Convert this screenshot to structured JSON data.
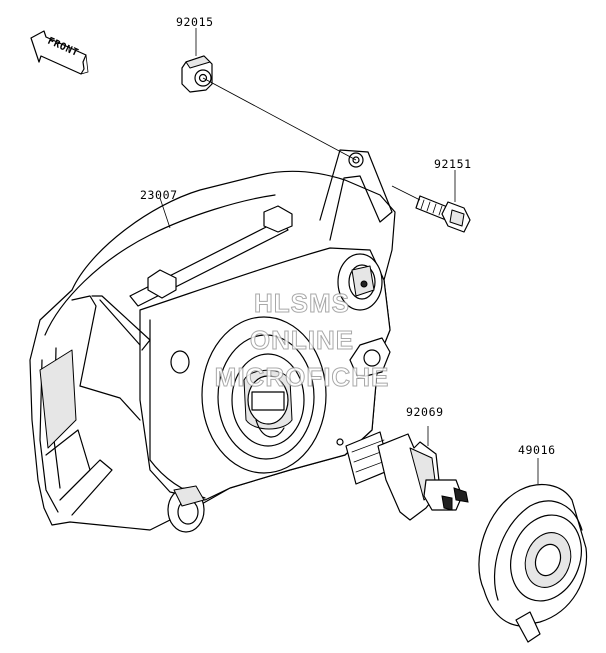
{
  "front_arrow": {
    "label": "FRONT"
  },
  "parts": [
    {
      "number": "92015"
    },
    {
      "number": "92151"
    },
    {
      "number": "23007"
    },
    {
      "number": "92069"
    },
    {
      "number": "49016"
    }
  ],
  "watermark": {
    "lines": [
      "HLSMS",
      "ONLINE",
      "MICROFICHE"
    ]
  }
}
